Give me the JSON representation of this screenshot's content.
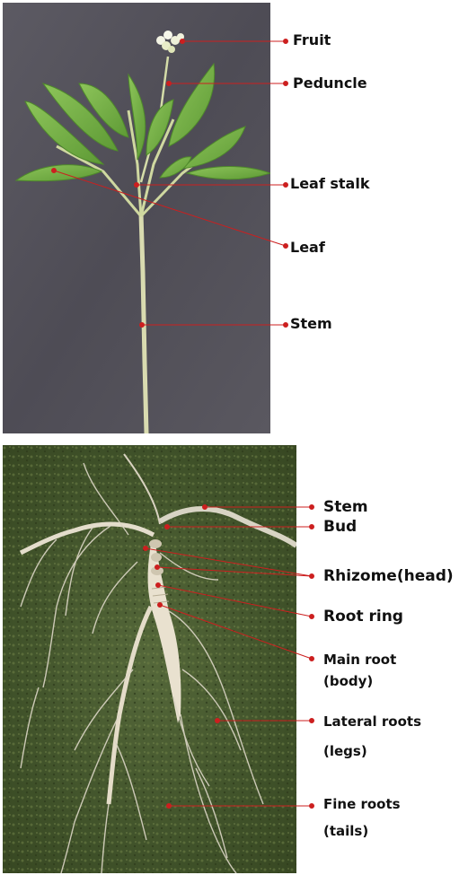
{
  "figure": {
    "top_panel": {
      "labels": {
        "fruit": "Fruit",
        "peduncle": "Peduncle",
        "leaf_stalk": "Leaf stalk",
        "leaf": "Leaf",
        "stem": "Stem"
      }
    },
    "bottom_panel": {
      "labels": {
        "stem": "Stem",
        "bud": "Bud",
        "rhizome": "Rhizome(head)",
        "root_ring": "Root ring",
        "main_root_1": "Main root",
        "main_root_2": "(body)",
        "lateral_roots_1": "Lateral roots",
        "lateral_roots_2": "(legs)",
        "fine_roots_1": "Fine roots",
        "fine_roots_2": "(tails)"
      }
    },
    "colors": {
      "leader_line": "#cc1f1f",
      "top_background": "#55535c",
      "bottom_background": "#3e4d2a"
    }
  }
}
